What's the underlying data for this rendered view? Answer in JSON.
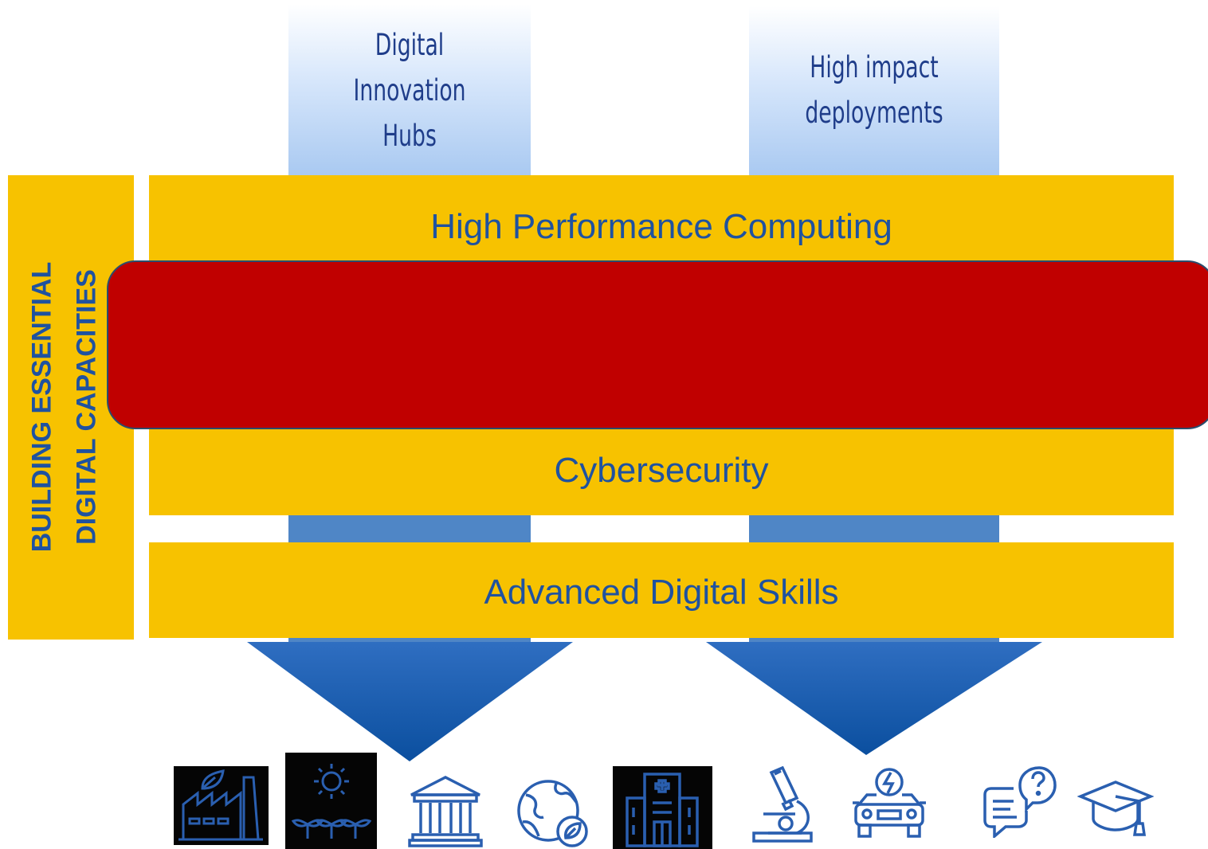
{
  "columns": {
    "hubs": "Digital Innovation Hubs",
    "deployments": "High impact deployments"
  },
  "hubs_lines": [
    "Digital Innovation",
    "Hubs"
  ],
  "deploy_lines": [
    "High impact",
    "deployments"
  ],
  "bands": {
    "hpc": "High Performance Computing",
    "cyber": "Cybersecurity",
    "skills": "Advanced Digital Skills"
  },
  "side": {
    "line1": "BUILDING ESSENTIAL",
    "line2": "DIGITAL CAPACITIES"
  },
  "colors": {
    "yellow": "#f7c200",
    "red": "#c00000",
    "text_blue": "#1f52a0",
    "arrow_blue": "#1458a8",
    "icon_blue": "#2a5fb0"
  },
  "icons": [
    "factory-icon",
    "sun-plants-icon",
    "institution-icon",
    "earth-leaf-icon",
    "hospital-icon",
    "microscope-icon",
    "electric-car-icon",
    "question-chat-icon",
    "graduation-cap-icon"
  ]
}
